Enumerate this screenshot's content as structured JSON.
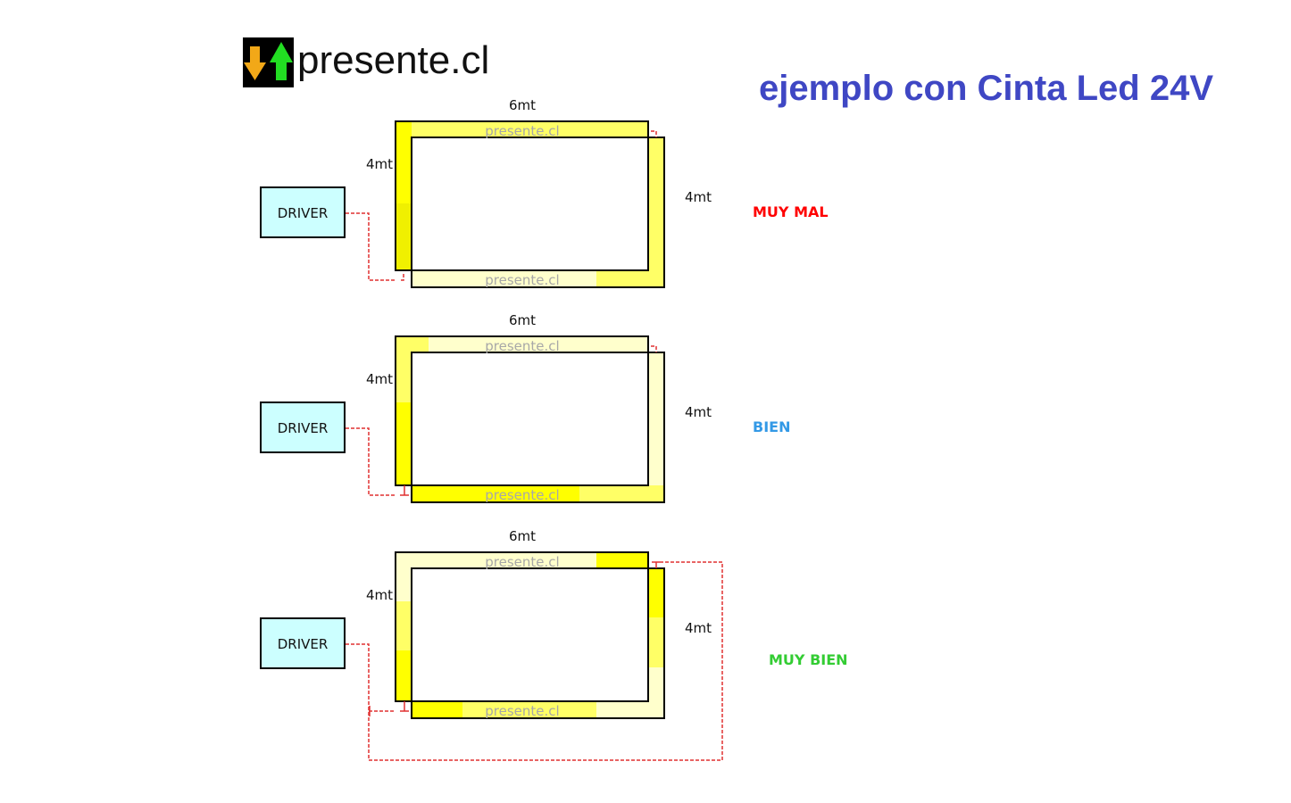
{
  "logo": {
    "text": "presente.cl"
  },
  "title": "ejemplo con Cinta Led 24V",
  "colors": {
    "title": "#3f47c4",
    "strip_bright": "#ffff00",
    "strip_medium": "#ffff66",
    "strip_pale": "#ffffcc",
    "driver_fill": "#ccffff",
    "wire": "#e03030",
    "verdict_bad": "#ff0000",
    "verdict_ok": "#3399e6",
    "verdict_best": "#33cc33"
  },
  "examples": [
    {
      "width_label": "6mt",
      "height_left_label": "4mt",
      "height_right_label": "4mt",
      "watermark_top": "presente.cl",
      "watermark_bottom": "presente.cl",
      "driver_label": "DRIVER",
      "verdict": "MUY MAL",
      "verdict_color": "#ff0000"
    },
    {
      "width_label": "6mt",
      "height_left_label": "4mt",
      "height_right_label": "4mt",
      "watermark_top": "presente.cl",
      "watermark_bottom": "presente.cl",
      "driver_label": "DRIVER",
      "verdict": "BIEN",
      "verdict_color": "#3399e6"
    },
    {
      "width_label": "6mt",
      "height_left_label": "4mt",
      "height_right_label": "4mt",
      "watermark_top": "presente.cl",
      "watermark_bottom": "presente.cl",
      "driver_label": "DRIVER",
      "verdict": "MUY BIEN",
      "verdict_color": "#33cc33"
    }
  ]
}
